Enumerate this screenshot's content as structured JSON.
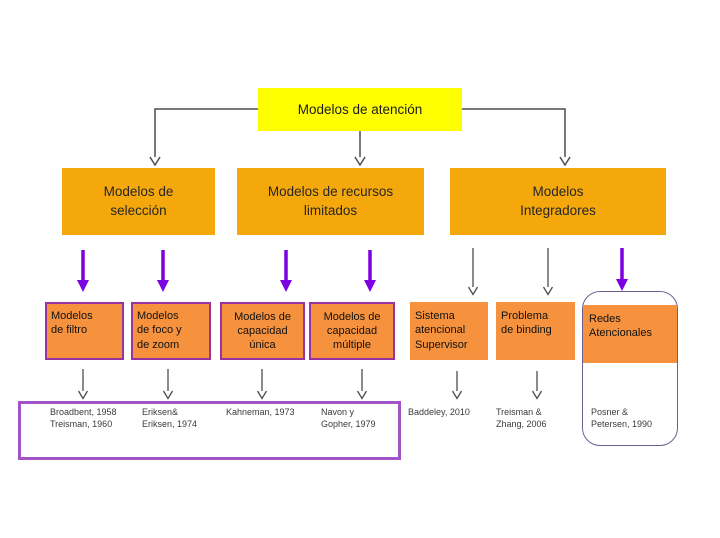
{
  "diagram": {
    "root": {
      "label": "Modelos de atención"
    },
    "categories": [
      {
        "id": "seleccion",
        "label": "Modelos de\nselección"
      },
      {
        "id": "recursos",
        "label": "Modelos de recursos\nlimitados"
      },
      {
        "id": "integradores",
        "label": "Modelos\nIntegradores"
      }
    ],
    "models": [
      {
        "id": "filtro",
        "label": "Modelos\nde filtro"
      },
      {
        "id": "foco-zoom",
        "label": "Modelos\nde foco y\nde zoom"
      },
      {
        "id": "cap-unica",
        "label": "Modelos de\ncapacidad\núnica"
      },
      {
        "id": "cap-multiple",
        "label": "Modelos de\ncapacidad\nmúltiple"
      },
      {
        "id": "sistema-supervisor",
        "label": "Sistema\natencional\nSupervisor"
      },
      {
        "id": "binding",
        "label": "Problema\nde binding"
      },
      {
        "id": "redes",
        "label": "Redes\nAtencionales"
      }
    ],
    "references": [
      {
        "label": "Broadbent, 1958\nTreisman, 1960"
      },
      {
        "label": "Eriksen&\nEriksen, 1974"
      },
      {
        "label": "Kahneman, 1973"
      },
      {
        "label": "Navon y\nGopher, 1979"
      },
      {
        "label": "Baddeley, 2010"
      },
      {
        "label": "Treisman &\nZhang, 2006"
      },
      {
        "label": "Posner &\nPetersen, 1990"
      }
    ],
    "colors": {
      "root_fill": "#FFFF00",
      "category_fill": "#F5A80C",
      "model_fill": "#F6923E",
      "model_border": "#9933A0",
      "references_border": "#A352C8",
      "group_border": "#6E5F91",
      "arrow_purple": "#7D00E0",
      "arrow_gray": "#4D4D4D"
    }
  }
}
